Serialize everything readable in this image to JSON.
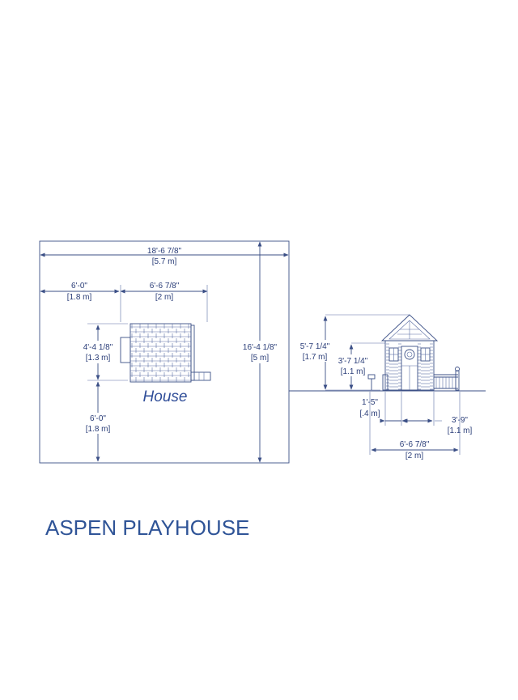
{
  "title": "ASPEN PLAYHOUSE",
  "plan": {
    "label": "House",
    "dims": {
      "total_width_ft": "18'-6 7/8\"",
      "total_width_m": "[5.7 m]",
      "left_clear_ft": "6'-0\"",
      "left_clear_m": "[1.8 m]",
      "house_width_ft": "6'-6 7/8\"",
      "house_width_m": "[2 m]",
      "house_depth_ft": "4'-4 1/8\"",
      "house_depth_m": "[1.3 m]",
      "front_clear_ft": "6'-0\"",
      "front_clear_m": "[1.8 m]",
      "total_depth_ft": "16'-4 1/8\"",
      "total_depth_m": "[5 m]"
    }
  },
  "elevation": {
    "dims": {
      "overall_height_ft": "5'-7 1/4\"",
      "overall_height_m": "[1.7 m]",
      "wall_height_ft": "3'-7 1/4\"",
      "wall_height_m": "[1.1 m]",
      "porch_depth_ft": "1'-5\"",
      "porch_depth_m": "[.4 m]",
      "house_depth_ft": "3'-9\"",
      "house_depth_m": "[1.1 m]",
      "total_width_ft": "6'-6 7/8\"",
      "total_width_m": "[2 m]"
    }
  },
  "colors": {
    "line": "#3b4f86",
    "text": "#2a3d78",
    "title": "#2f5497"
  }
}
